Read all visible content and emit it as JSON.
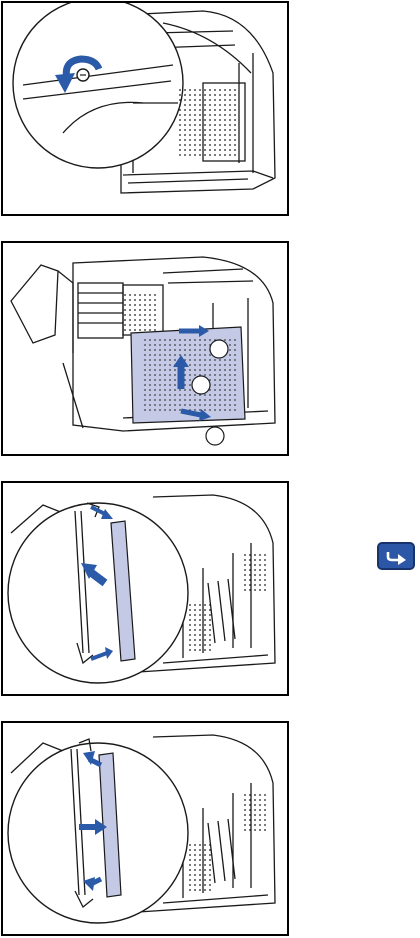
{
  "figures": [
    {
      "label": "remove-screw",
      "callouts": []
    },
    {
      "label": "remove-cover-plate",
      "callouts": [
        "",
        "",
        ""
      ]
    },
    {
      "label": "remove-memory-module",
      "callouts": []
    },
    {
      "label": "install-memory-module",
      "callouts": []
    }
  ],
  "colors": {
    "accent_blue": "#2a5aa8",
    "plate_fill": "#c4c9e6",
    "line": "#1a1a1a",
    "button": "#2c57a6"
  },
  "icons": {
    "continue": "arrow-right-icon"
  }
}
